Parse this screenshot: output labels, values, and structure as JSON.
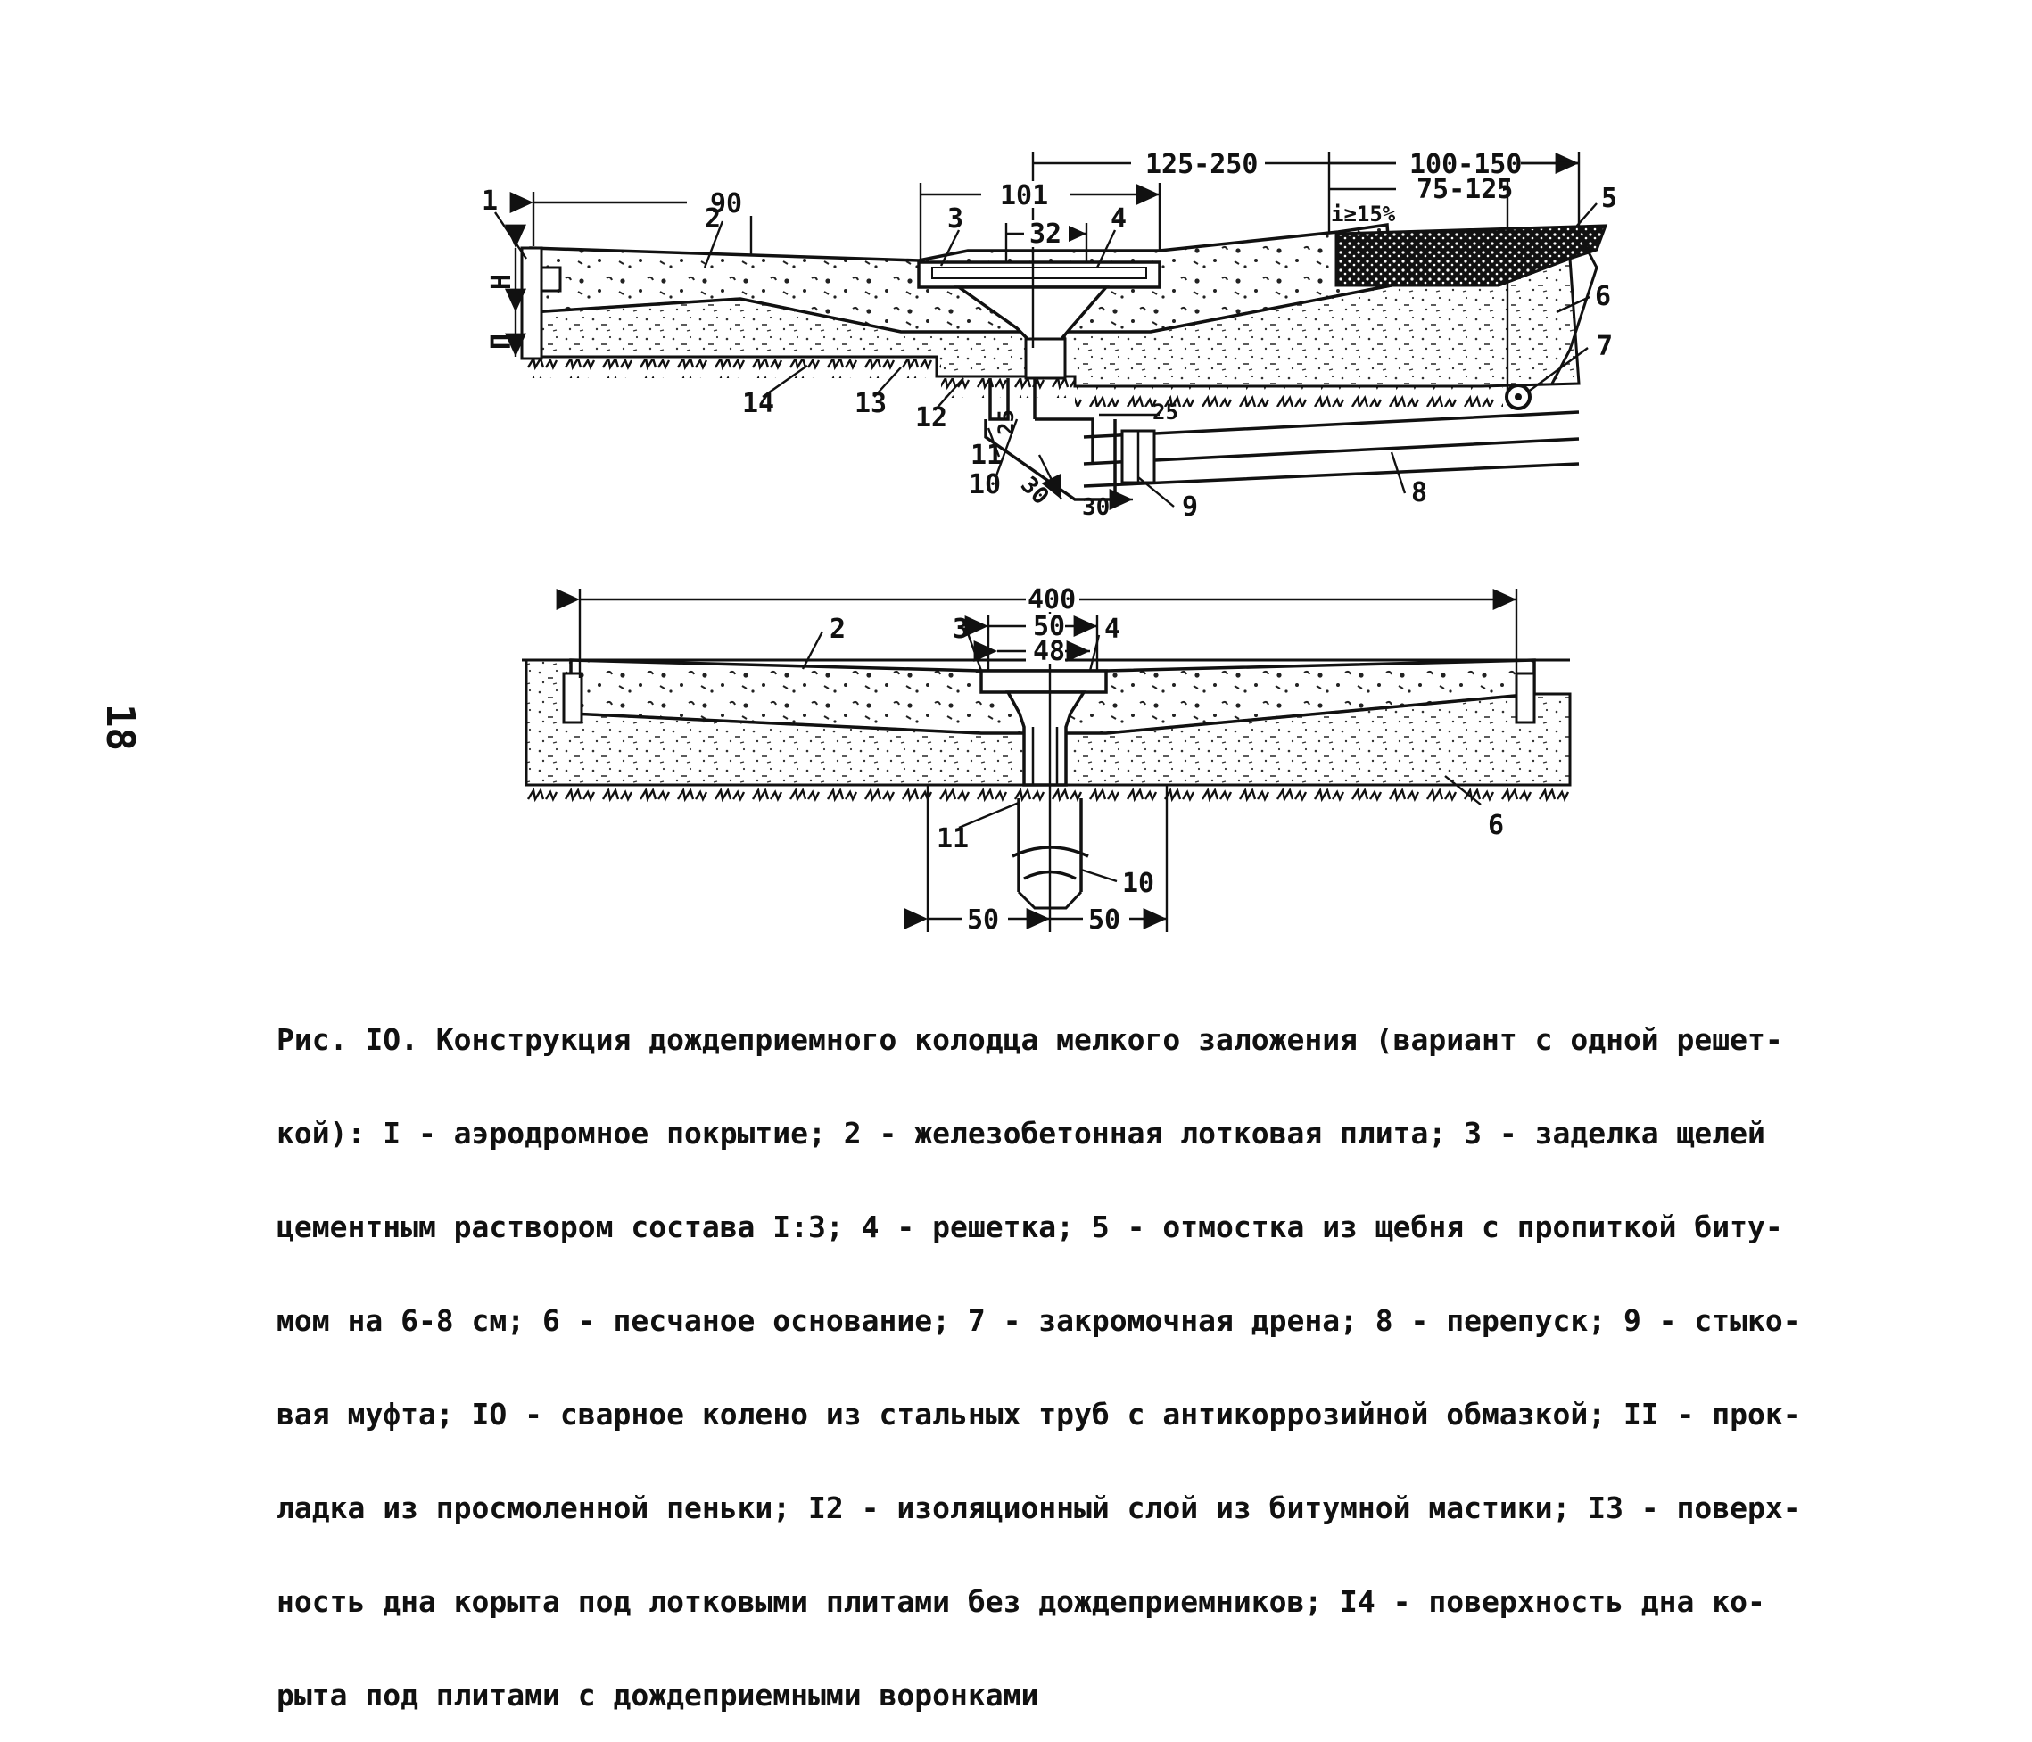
{
  "page_number": "18",
  "top_section": {
    "callouts": [
      "1",
      "2",
      "3",
      "4",
      "5",
      "6",
      "7",
      "8",
      "9",
      "10",
      "11",
      "12",
      "13",
      "14"
    ],
    "dimensions": {
      "d90": "90",
      "d101": "101",
      "d32": "32",
      "d125_250": "125-250",
      "d100_150": "100-150",
      "d75_125": "75-125",
      "slope": "i≥15%",
      "dH": "H",
      "dP": "П",
      "d25a": "25",
      "d25b": "25",
      "d30a": "30",
      "d30b": "30"
    }
  },
  "bottom_section": {
    "callouts": [
      "2",
      "3",
      "4",
      "6",
      "11",
      "10"
    ],
    "dimensions": {
      "d400": "400",
      "d50": "50",
      "d48": "48",
      "d50l": "50",
      "d50r": "50"
    }
  },
  "caption": [
    "Рис. IO. Конструкция дождеприемного колодца мелкого заложения (вариант с одной решет-",
    "кой): I - аэродромное покрытие; 2 - железобетонная лотковая плита; 3 - заделка щелей",
    "цементным раствором состава I:3; 4 - решетка; 5 - отмостка из щебня с пропиткой биту-",
    "мом на 6-8 см; 6 - песчаное основание; 7 - закромочная дрена; 8 - перепуск; 9 - стыко-",
    "вая муфта; IO - сварное колено из стальных труб с антикоррозийной обмазкой; II - прок-",
    "ладка из просмоленной пеньки; I2 - изоляционный слой из битумной мастики; I3 - поверх-",
    "ность дна корыта под лотковыми плитами без дождеприемников; I4 - поверхность дна ко-",
    "рыта под плитами с дождеприемными воронками"
  ]
}
